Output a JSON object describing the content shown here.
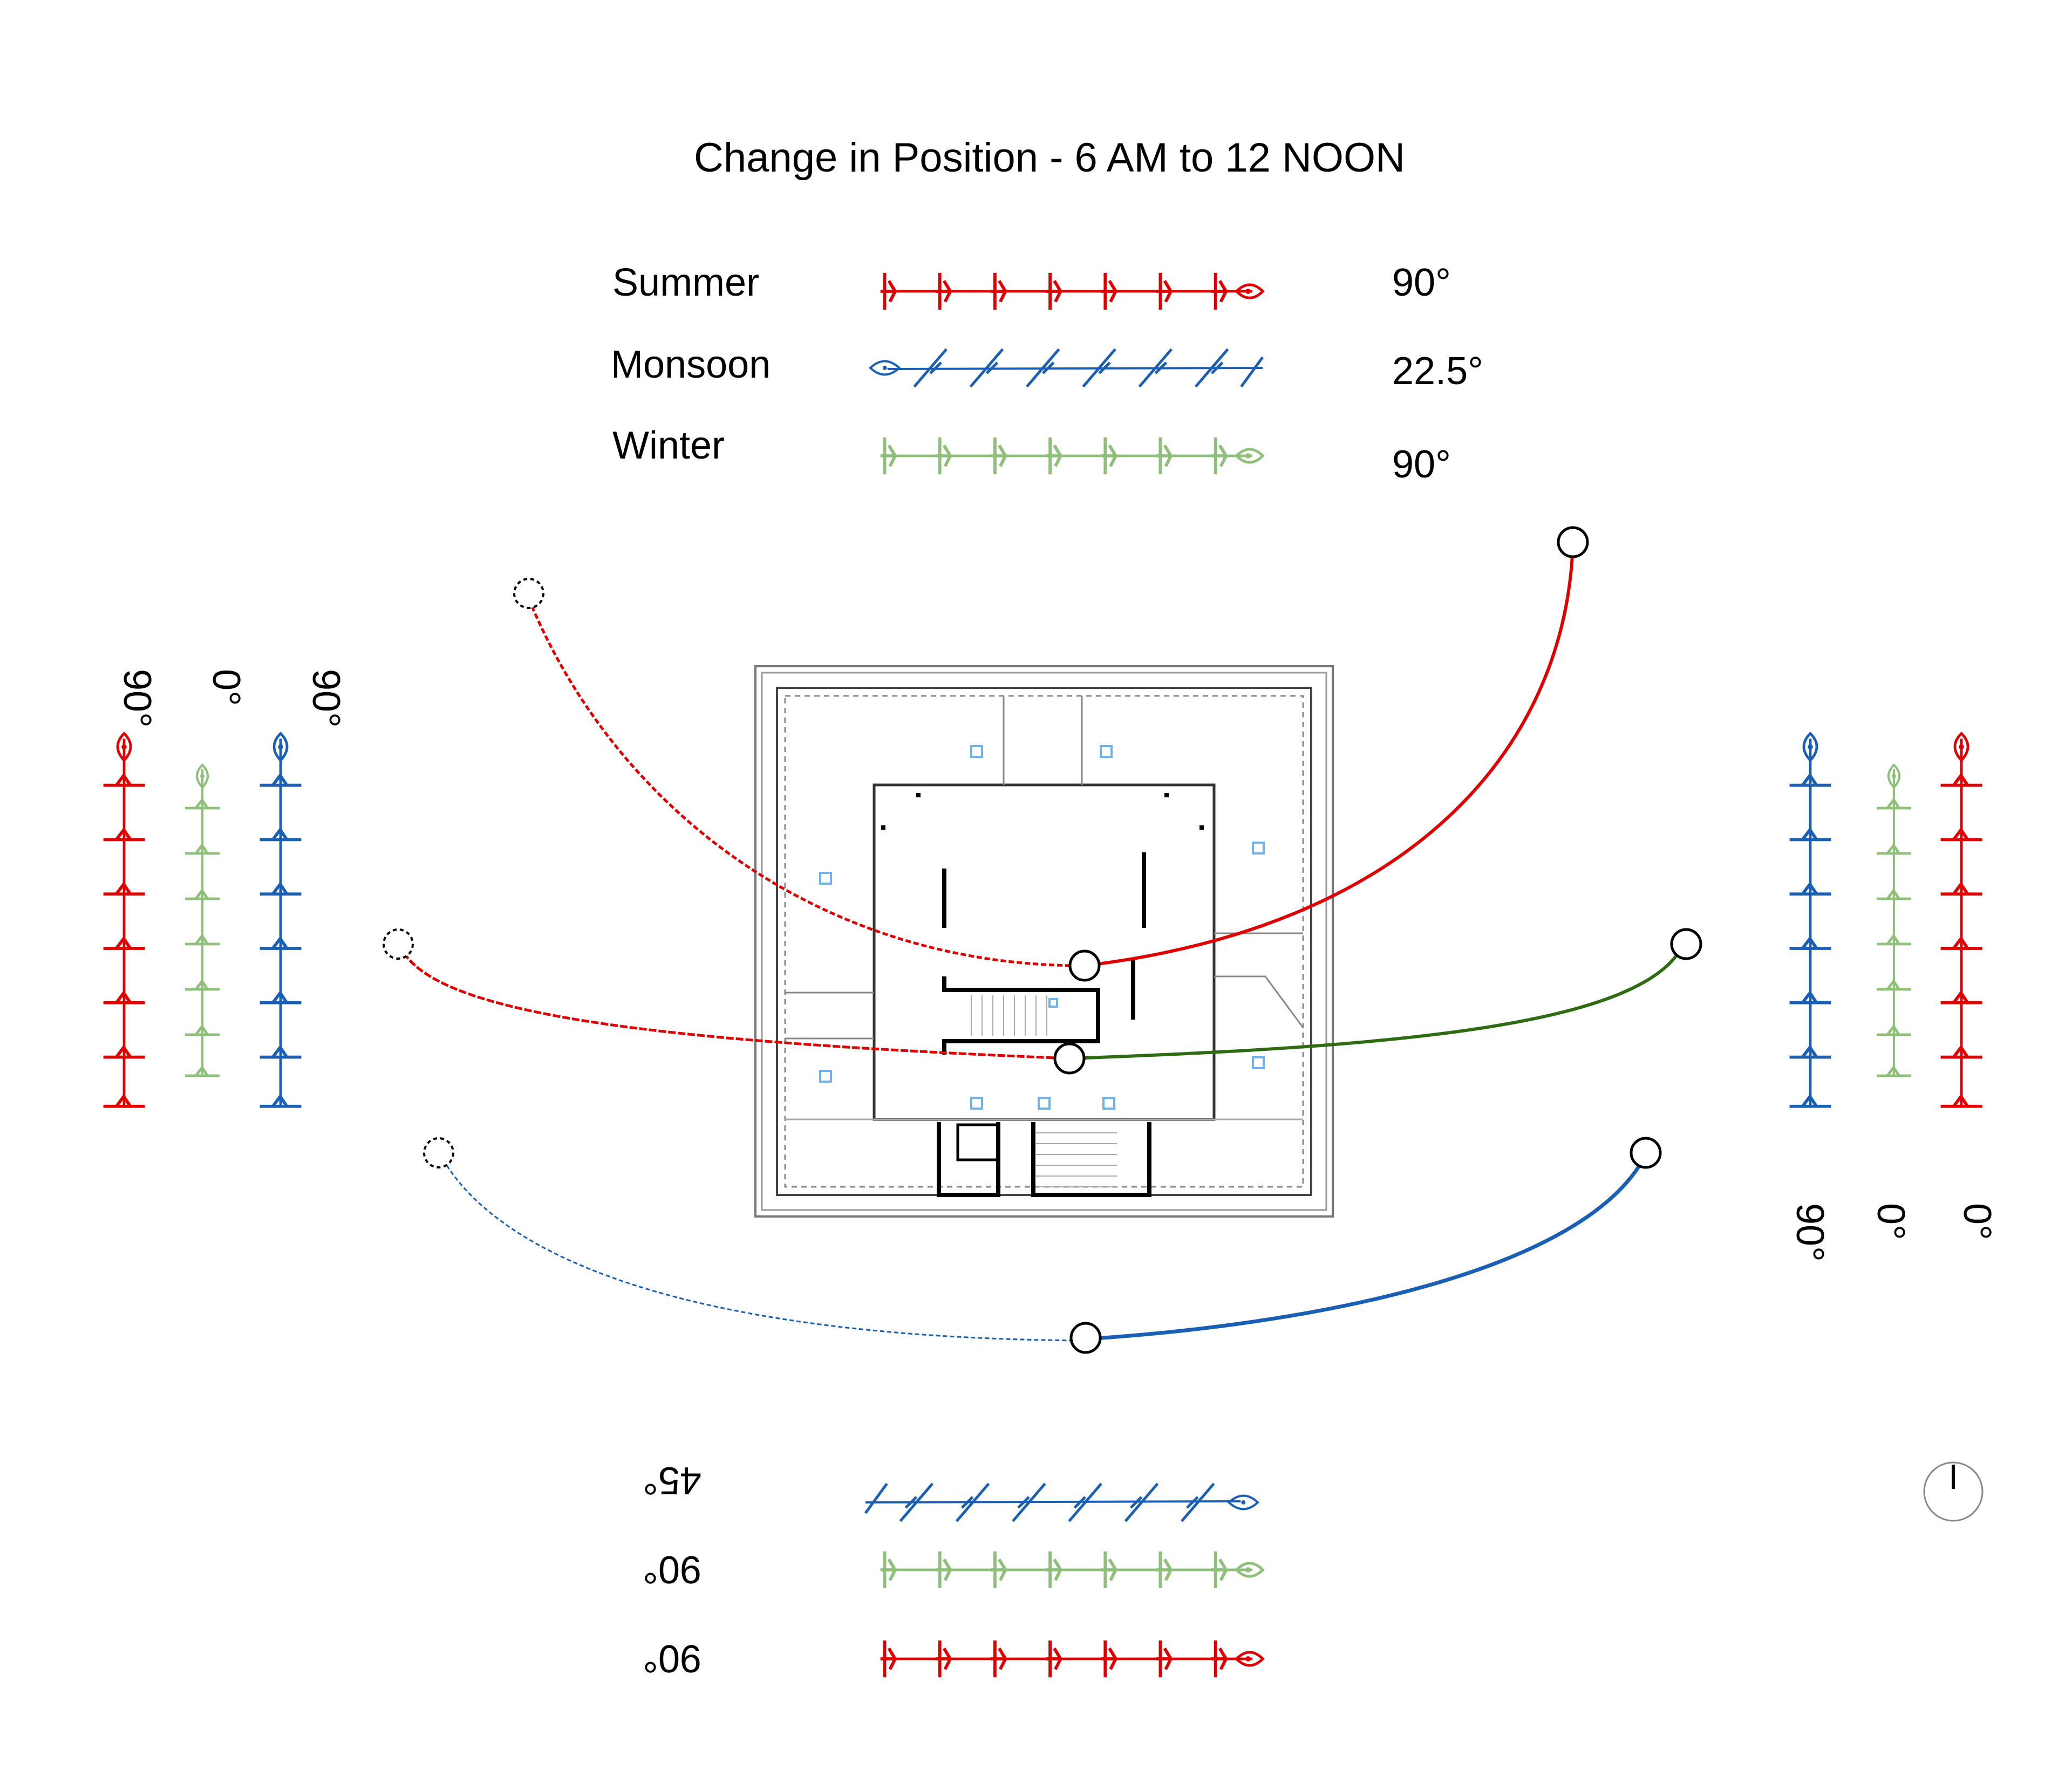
{
  "title": "Change in Position - 6 AM to 12 NOON",
  "colors": {
    "summer": "#e00000",
    "monsoon": "#1a5fb4",
    "winter": "#8fc07a",
    "winter_path": "#2e6b12",
    "window": "#6fb3ea",
    "plan": "#222222"
  },
  "legend": [
    {
      "season": "Summer",
      "angle": "90°",
      "color_key": "summer"
    },
    {
      "season": "Monsoon",
      "angle": "22.5°",
      "color_key": "monsoon"
    },
    {
      "season": "Winter",
      "angle": "90°",
      "color_key": "winter"
    }
  ],
  "bottom_rows": [
    {
      "angle": "45°",
      "color_key": "monsoon"
    },
    {
      "angle": "90°",
      "color_key": "winter"
    },
    {
      "angle": "90°",
      "color_key": "summer"
    }
  ],
  "left_columns": [
    {
      "angle": "90°",
      "color_key": "summer"
    },
    {
      "angle": "0°",
      "color_key": "winter"
    },
    {
      "angle": "90°",
      "color_key": "monsoon"
    }
  ],
  "right_columns": [
    {
      "angle": "90°",
      "color_key": "monsoon"
    },
    {
      "angle": "0°",
      "color_key": "winter"
    },
    {
      "angle": "0°",
      "color_key": "summer"
    }
  ],
  "compass_icon": "north-arrow-icon"
}
